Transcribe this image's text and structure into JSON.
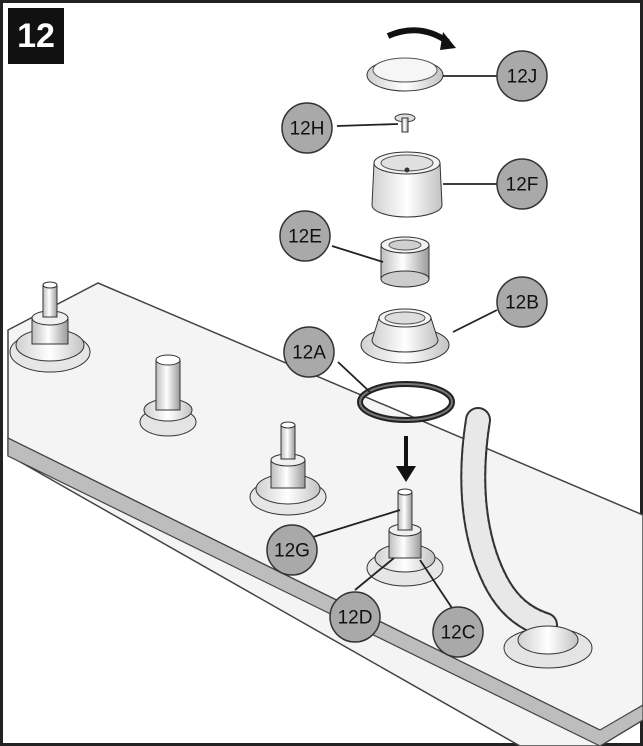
{
  "step": "12",
  "callouts": {
    "12J": "12J",
    "12H": "12H",
    "12F": "12F",
    "12E": "12E",
    "12B": "12B",
    "12A": "12A",
    "12G": "12G",
    "12D": "12D",
    "12C": "12C"
  },
  "colors": {
    "badge": "#111111",
    "callout_fill": "#a9a9a9",
    "line": "#222222",
    "part_fill": "#ffffff",
    "part_shade": "#d8d8d8",
    "deck_top": "#f2f2f2",
    "deck_side": "#b8b8b8"
  }
}
